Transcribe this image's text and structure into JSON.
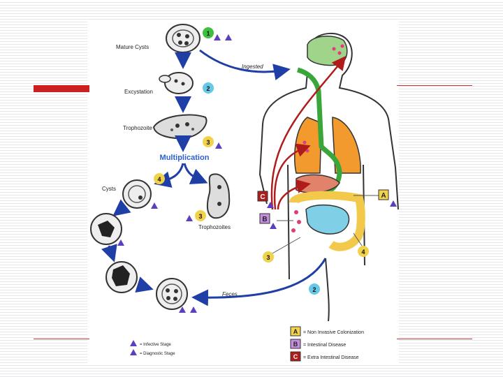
{
  "stages": {
    "mature_cysts": "Mature Cysts",
    "excystation": "Excystation",
    "trophozoite": "Trophozoite",
    "multiplication": "Multiplication",
    "cysts": "Cysts",
    "trophozoites": "Trophozoites"
  },
  "routes": {
    "ingested": "Ingested",
    "feces": "Feces"
  },
  "numbers": {
    "n1": "1",
    "n2": "2",
    "n3": "3",
    "n4": "4",
    "n2_body": "2",
    "n3_body": "3",
    "n4_body": "4"
  },
  "letters": {
    "a": "A",
    "b": "B",
    "c": "C"
  },
  "legend": {
    "a": "= Non Invasive Colonization",
    "b": "= Intestinal Disease",
    "c": "= Extra Intestinal Disease"
  },
  "key": {
    "infective": "= Infective Stage",
    "diagnostic": "= Diagnostic Stage"
  },
  "colors": {
    "accent_red": "#cc1f1f",
    "number_green": "#3fbf3f",
    "number_blue": "#66c8e6",
    "number_yellow": "#f2d24a",
    "arrow_blue": "#1f3fa6",
    "box_a": "#f2d24a",
    "box_b": "#c58ee0",
    "box_c": "#b01c1c"
  }
}
